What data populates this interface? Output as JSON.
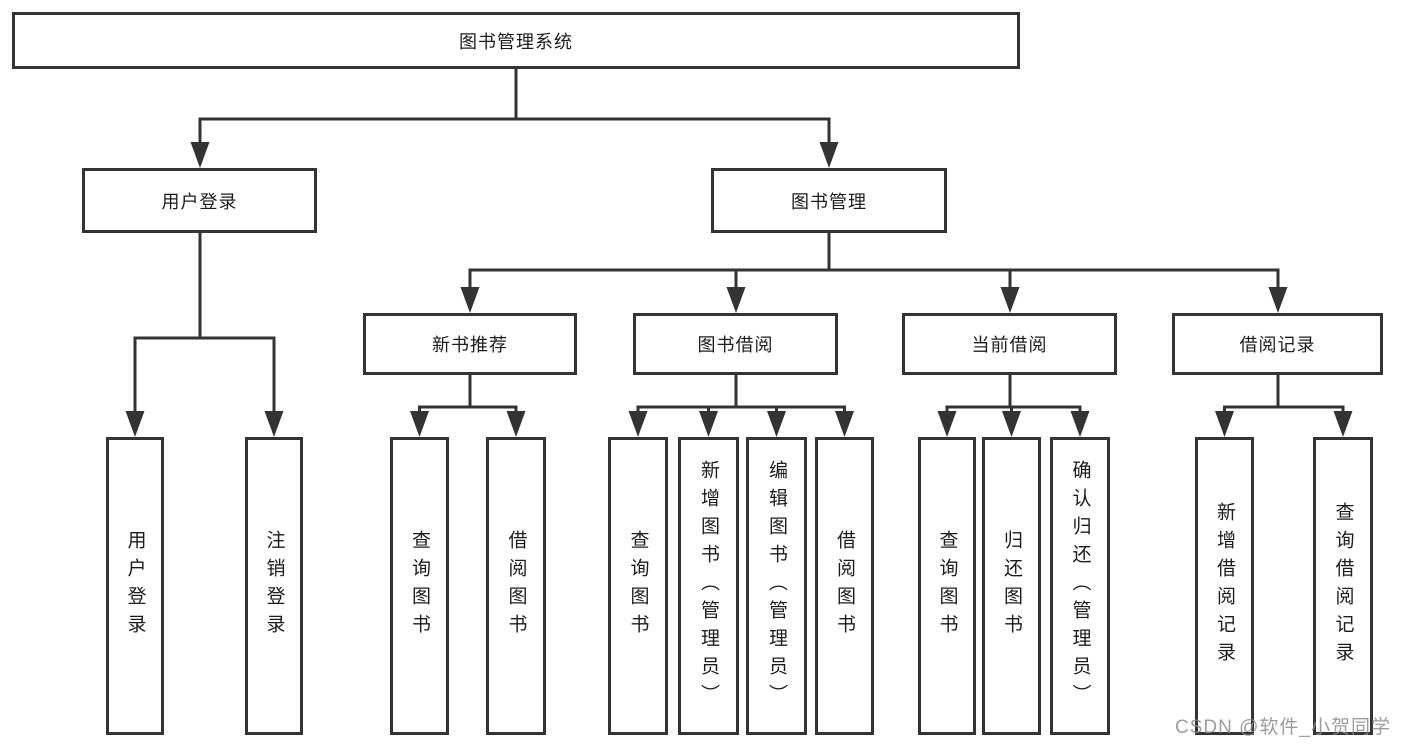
{
  "diagram": {
    "root": "图书管理系统",
    "branches": {
      "user_login": "用户登录",
      "book_mgmt": "图书管理"
    },
    "modules": {
      "new_book_rec": "新书推荐",
      "book_borrow": "图书借阅",
      "current_borrow": "当前借阅",
      "borrow_records": "借阅记录"
    },
    "leaves": {
      "login": "用户登录",
      "logout": "注销登录",
      "rec_query_book": "查询图书",
      "rec_borrow_book": "借阅图书",
      "borrow_query_book": "查询图书",
      "borrow_add_book": "新增图书（管理员）",
      "borrow_edit_book": "编辑图书（管理员）",
      "borrow_borrow_book": "借阅图书",
      "current_query_book": "查询图书",
      "current_return_book": "归还图书",
      "current_confirm_return": "确认归还（管理员）",
      "records_add_record": "新增借阅记录",
      "records_query_record": "查询借阅记录"
    }
  },
  "watermark": "CSDN @软件_小贺同学",
  "colors": {
    "line": "#333333",
    "text": "#1c1c1c",
    "watermark": "#8c8c8c",
    "background": "#ffffff"
  }
}
